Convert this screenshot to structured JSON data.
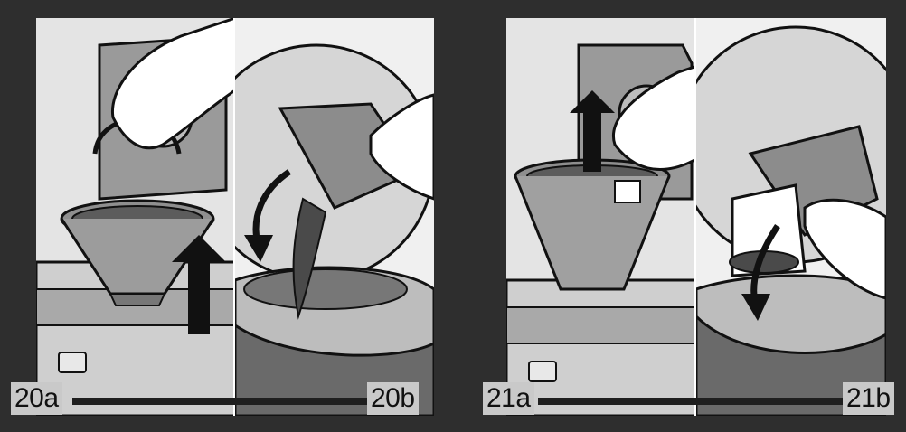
{
  "steps": {
    "s20a": "20a",
    "s20b": "20b",
    "s21a": "21a",
    "s21b": "21b"
  },
  "colors": {
    "frame": "#2e2e2e",
    "panel": "#e4e4e4",
    "outline": "#111111",
    "arrow": "#111111"
  },
  "icons": [
    "hand-icon",
    "filter-basket-icon",
    "up-arrow-icon",
    "curved-arrow-icon",
    "coffee-maker-icon",
    "carafe-icon"
  ]
}
